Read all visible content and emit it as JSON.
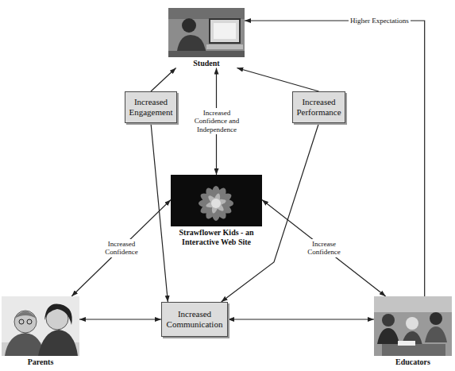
{
  "diagram": {
    "nodes": [
      {
        "text": [
          "Student"
        ]
      },
      {
        "text": [
          "Increased Engagement"
        ]
      },
      {
        "text": [
          "Increased Performance"
        ]
      },
      {
        "text": [
          "Strawflower Kids - an Interactive Web Site"
        ]
      },
      {
        "text": [
          "Parents"
        ]
      },
      {
        "text": [
          "Increased Communication"
        ]
      },
      {
        "text": [
          "Educators"
        ]
      }
    ],
    "edges": [
      {
        "from": 6,
        "to": 0,
        "label": "Higher Expectations",
        "arrow": "to"
      },
      {
        "from": 1,
        "to": 0,
        "arrow": "to"
      },
      {
        "from": 2,
        "to": 0,
        "arrow": "to"
      },
      {
        "from": 3,
        "to": 0,
        "label": "Increased Confidence and Independence",
        "arrow": "both"
      },
      {
        "from": 1,
        "to": 5,
        "arrow": "to"
      },
      {
        "from": 2,
        "to": 5,
        "arrow": "to"
      },
      {
        "from": 3,
        "to": 4,
        "label": "Increased Confidence",
        "arrow": "both"
      },
      {
        "from": 3,
        "to": 6,
        "label": "Increase Confidence",
        "arrow": "both"
      },
      {
        "from": 5,
        "to": 4,
        "arrow": "both"
      },
      {
        "from": 5,
        "to": 6,
        "arrow": "both"
      }
    ]
  }
}
